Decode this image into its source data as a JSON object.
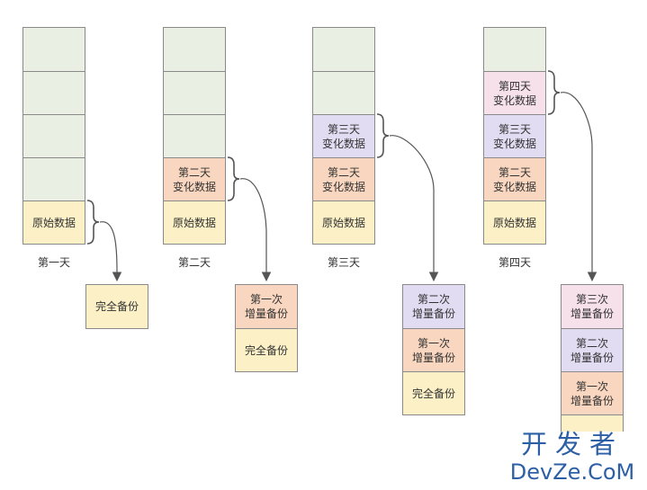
{
  "colors": {
    "empty": "#e9efe2",
    "original": "#fbf0c6",
    "day2": "#f9d6bf",
    "day3": "#e2dcf3",
    "day4": "#f6e0ea",
    "border": "#8a8a8a",
    "arrow": "#555555",
    "watermark": "#2d5fa6"
  },
  "days": [
    {
      "label": "第一天",
      "blocks": [
        {
          "lines": [
            "原始数据"
          ],
          "color": "original"
        }
      ],
      "backup": [
        {
          "lines": [
            "完全备份"
          ],
          "color": "original"
        }
      ]
    },
    {
      "label": "第二天",
      "blocks": [
        {
          "lines": [
            "第二天",
            "变化数据"
          ],
          "color": "day2"
        },
        {
          "lines": [
            "原始数据"
          ],
          "color": "original"
        }
      ],
      "backup": [
        {
          "lines": [
            "第一次",
            "增量备份"
          ],
          "color": "day2"
        },
        {
          "lines": [
            "完全备份"
          ],
          "color": "original"
        }
      ]
    },
    {
      "label": "第三天",
      "blocks": [
        {
          "lines": [
            "第三天",
            "变化数据"
          ],
          "color": "day3"
        },
        {
          "lines": [
            "第二天",
            "变化数据"
          ],
          "color": "day2"
        },
        {
          "lines": [
            "原始数据"
          ],
          "color": "original"
        }
      ],
      "backup": [
        {
          "lines": [
            "第二次",
            "增量备份"
          ],
          "color": "day3"
        },
        {
          "lines": [
            "第一次",
            "增量备份"
          ],
          "color": "day2"
        },
        {
          "lines": [
            "完全备份"
          ],
          "color": "original"
        }
      ]
    },
    {
      "label": "第四天",
      "blocks": [
        {
          "lines": [
            "第四天",
            "变化数据"
          ],
          "color": "day4"
        },
        {
          "lines": [
            "第三天",
            "变化数据"
          ],
          "color": "day3"
        },
        {
          "lines": [
            "第二天",
            "变化数据"
          ],
          "color": "day2"
        },
        {
          "lines": [
            "原始数据"
          ],
          "color": "original"
        }
      ],
      "backup": [
        {
          "lines": [
            "第三次",
            "增量备份"
          ],
          "color": "day4"
        },
        {
          "lines": [
            "第二次",
            "增量备份"
          ],
          "color": "day3"
        },
        {
          "lines": [
            "第一次",
            "增量备份"
          ],
          "color": "day2"
        },
        {
          "lines": [],
          "color": "original"
        }
      ]
    }
  ],
  "watermark": {
    "cn": "开发者",
    "en": "DevZe.CoM"
  }
}
